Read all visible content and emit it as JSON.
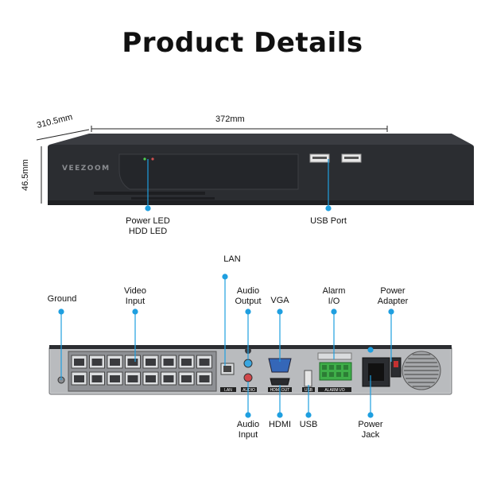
{
  "title": "Product Details",
  "brand": "VEEZOOM",
  "dimensions": {
    "width": "372mm",
    "depth": "310.5mm",
    "height": "46.5mm"
  },
  "front_labels": {
    "power_led": "Power LED\nHDD LED",
    "usb_port": "USB Port"
  },
  "back_labels": {
    "lan": "LAN",
    "ground": "Ground",
    "video_input": "Video\nInput",
    "audio_output": "Audio\nOutput",
    "vga": "VGA",
    "alarm_io": "Alarm\nI/O",
    "power_adapter": "Power\nAdapter",
    "audio_input": "Audio\nInput",
    "hdmi": "HDMI",
    "usb": "USB",
    "power_jack": "Power\nJack"
  },
  "panel_text": {
    "lan": "LAN",
    "audio": "AUDIO",
    "hdmi": "HDMI OUT",
    "usb": "USB",
    "alarm": "ALARM I/O"
  },
  "colors": {
    "device": "#2b2d31",
    "device_dark": "#1a1b1e",
    "callout": "#1f9fe0",
    "terminal": "#3fae49"
  }
}
